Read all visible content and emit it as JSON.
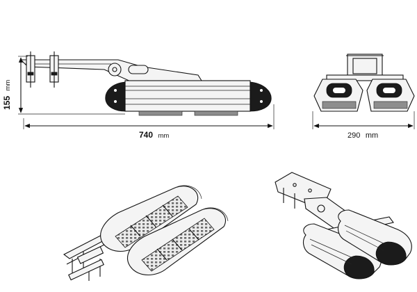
{
  "dimensions": {
    "height": {
      "value": "155",
      "unit": "mm"
    },
    "length": {
      "value": "740",
      "unit": "mm"
    },
    "width": {
      "value": "290",
      "unit": "mm"
    }
  },
  "colors": {
    "line": "#111111",
    "dark_fill": "#1b1b1b",
    "light_fill": "#f4f4f4",
    "background": "#ffffff"
  }
}
